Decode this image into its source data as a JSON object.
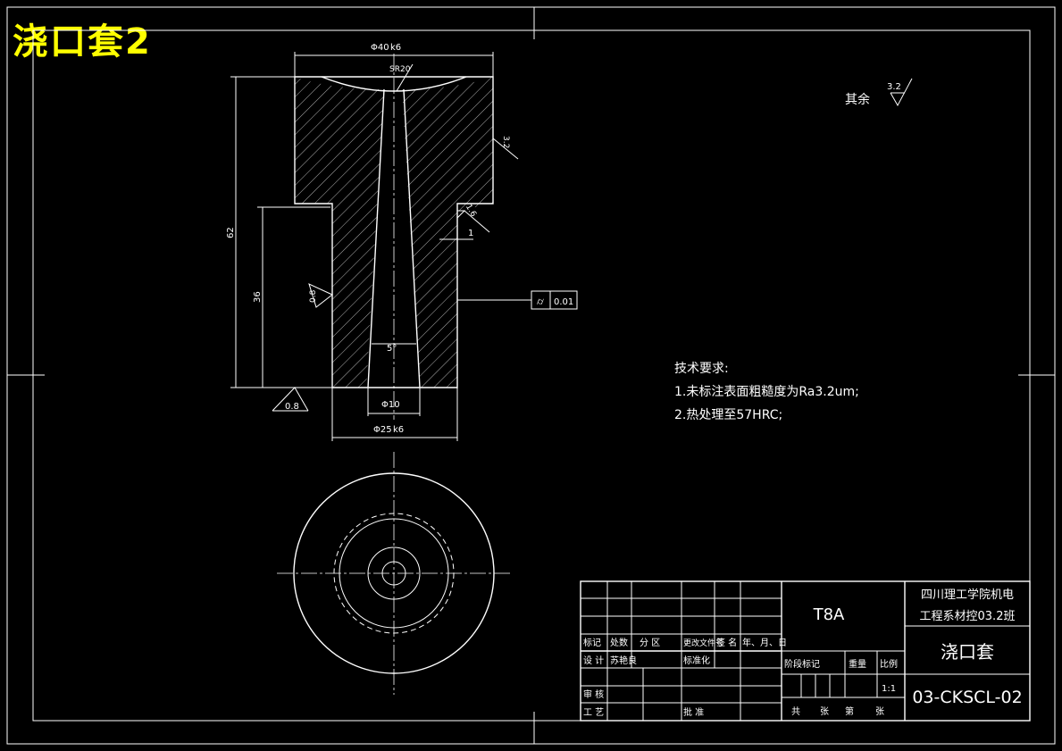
{
  "overlay_title": "浇口套2",
  "drawing": {
    "dimensions": {
      "top_dia": "Φ40",
      "top_fit": "k6",
      "sphere": "SR20",
      "height_total": "62",
      "height_lower": "36",
      "angle": "5°",
      "hole_dia": "Φ10",
      "bottom_dia": "Φ25",
      "bottom_fit": "k6",
      "step": "1"
    },
    "roughness": {
      "top_side": "3.2",
      "step_note": "1.6",
      "left_lower": "0.8",
      "bottom": "0.8",
      "others_label": "其余",
      "others_value": "3.2"
    },
    "geometric_tolerance": {
      "symbol": "⌭",
      "value": "0.01"
    }
  },
  "tech_requirements": {
    "heading": "技术要求:",
    "items": [
      "1.未标注表面粗糙度为Ra3.2um;",
      "2.热处理至57HRC;"
    ]
  },
  "title_block": {
    "material": "T8A",
    "school_line1": "四川理工学院机电",
    "school_line2": "工程系材控03.2班",
    "part_name": "浇口套",
    "drawing_number": "03-CKSCL-02",
    "scale": "1:1",
    "headers": [
      "标记",
      "处数",
      "分 区",
      "更改文件号",
      "签 名",
      "年、月、日"
    ],
    "design_label": "设 计",
    "designer": "苏艳良",
    "standard_label": "标准化",
    "stage_label": "阶段标记",
    "weight_label": "重量",
    "scale_label": "比例",
    "review_label": "审 核",
    "process_label": "工 艺",
    "approve_label": "批 准",
    "sheets_labels": [
      "共",
      "张",
      "第",
      "张"
    ]
  }
}
